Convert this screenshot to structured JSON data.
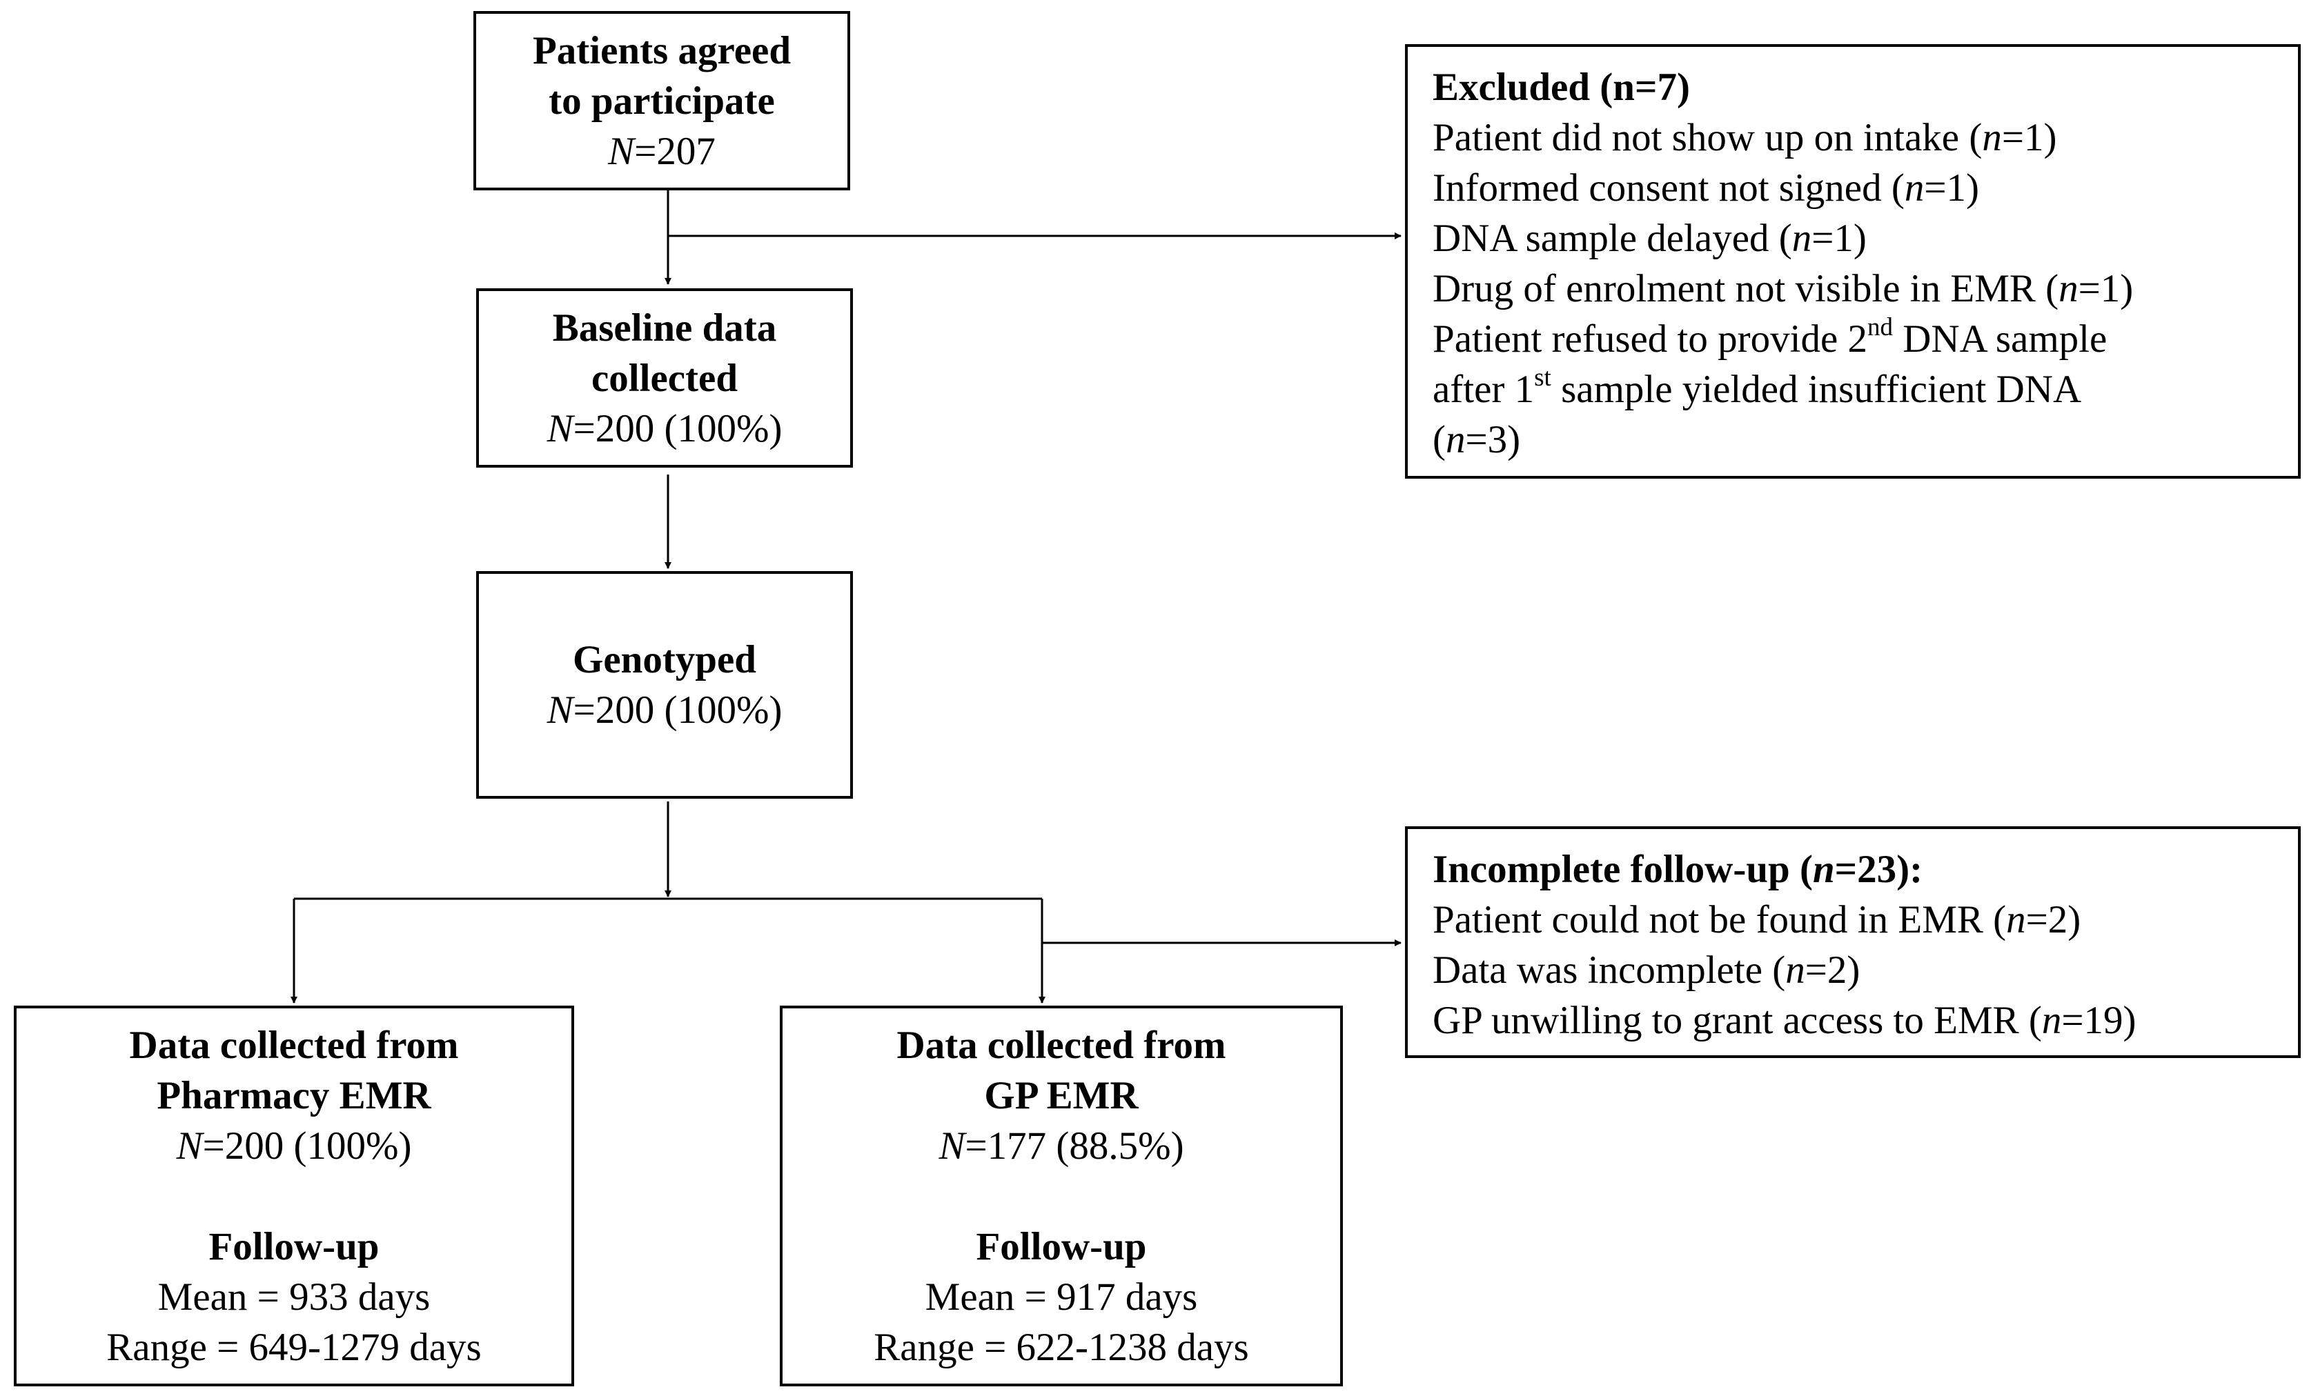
{
  "nodes": {
    "agreed": {
      "title_1": "Patients agreed",
      "title_2": "to participate",
      "n_var": "N",
      "n_val": "=207"
    },
    "baseline": {
      "title_1": "Baseline data",
      "title_2": "collected",
      "n_var": "N",
      "n_val": "=200 (100%)"
    },
    "genotyped": {
      "title_1": "Genotyped",
      "n_var": "N",
      "n_val": "=200 (100%)"
    },
    "pharmacy": {
      "title_1": "Data collected from",
      "title_2": "Pharmacy EMR",
      "n_var": "N",
      "n_val": "=200 (100%)",
      "followup_title": "Follow-up",
      "mean": "Mean = 933 days",
      "range": "Range = 649-1279 days"
    },
    "gp": {
      "title_1": "Data collected from",
      "title_2": "GP EMR",
      "n_var": "N",
      "n_val": "=177 (88.5%)",
      "followup_title": "Follow-up",
      "mean": "Mean = 917 days",
      "range": "Range = 622-1238 days"
    },
    "excluded": {
      "title": "Excluded (n=7)",
      "n_var": "n",
      "r1_text": "Patient did not show up on intake (",
      "r1_val": "=1)",
      "r2_text": "Informed consent not signed (",
      "r2_val": "=1)",
      "r3_text": "DNA sample delayed (",
      "r3_val": "=1)",
      "r4_text": "Drug of enrolment not visible in EMR (",
      "r4_val": "=1)",
      "r5_a": "Patient refused to provide 2",
      "r5_sup": "nd",
      "r5_b": " DNA sample",
      "r6_a": "after 1",
      "r6_sup": "st",
      "r6_b": " sample yielded insufficient DNA",
      "r7_open": "(",
      "r7_val": "=3)"
    },
    "incomplete": {
      "title_a": "Incomplete follow-up (",
      "title_var": "n",
      "title_b": "=23):",
      "n_var": "n",
      "r1_text": "Patient could not be found in EMR (",
      "r1_val": "=2)",
      "r2_text": "Data was incomplete (",
      "r2_val": "=2)",
      "r3_text": "GP unwilling to grant access to EMR (",
      "r3_val": "=19)"
    }
  }
}
